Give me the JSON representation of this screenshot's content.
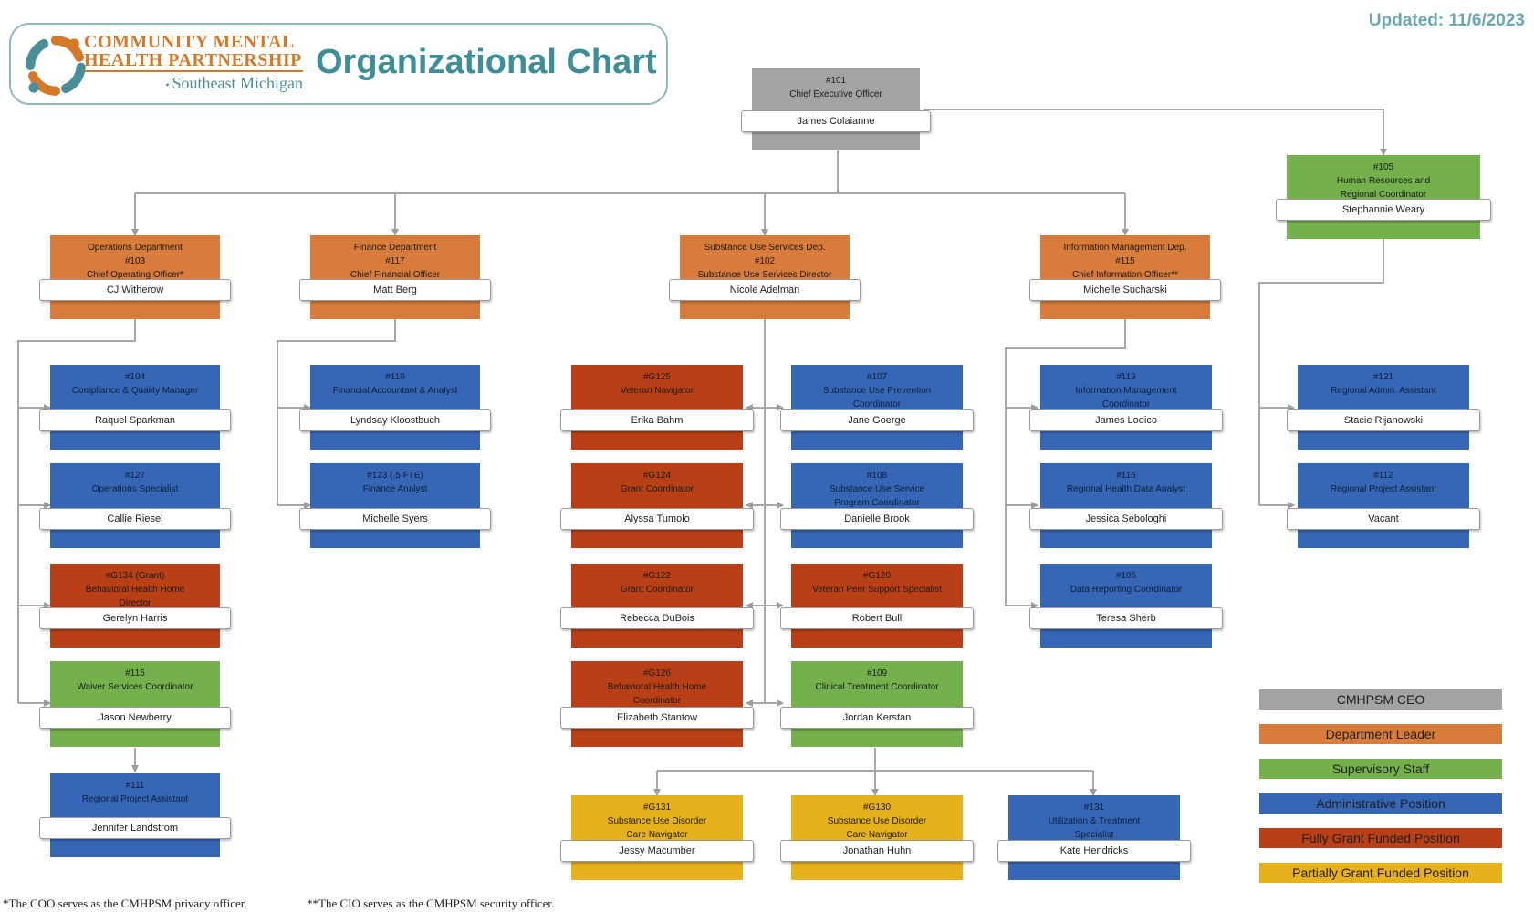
{
  "header": {
    "org_line1": "COMMUNITY MENTAL",
    "org_line2": "HEALTH PARTNERSHIP",
    "org_line3": "Southeast Michigan",
    "title": "Organizational Chart",
    "updated": "Updated: 11/6/2023"
  },
  "colors": {
    "ceo": "#a3a3a3",
    "department_leader": "#d97b3a",
    "supervisory": "#74b04b",
    "administrative": "#3567b6",
    "fully_grant_funded": "#b93f16",
    "partially_grant_funded": "#e7b11b"
  },
  "nodes": {
    "ceo": {
      "title": "#101\nChief Executive Officer",
      "name": "James Colaianne"
    },
    "hr": {
      "title": "#105\nHuman Resources and\nRegional Coordinator",
      "name": "Stephannie Weary"
    },
    "ops": {
      "title": "Operations Department\n#103\nChief Operating Officer*",
      "name": "CJ Witherow"
    },
    "finance": {
      "title": "Finance Department\n#117\nChief Financial Officer",
      "name": "Matt Berg"
    },
    "sud": {
      "title": "Substance Use Services Dep.\n#102\nSubstance Use Services Director",
      "name": "Nicole Adelman"
    },
    "info": {
      "title": "Information Management Dep.\n#115\nChief Information Officer**",
      "name": "Michelle Sucharski"
    },
    "ops_1": {
      "title": "#104\nCompliance & Quality Manager",
      "name": "Raquel Sparkman"
    },
    "ops_2": {
      "title": "#127\nOperations Specialist",
      "name": "Callie Riesel"
    },
    "ops_3": {
      "title": "#G134 (Grant)\nBehavioral Health Home\nDirector",
      "name": "Gerelyn Harris"
    },
    "ops_4": {
      "title": "#115\nWaiver Services Coordinator",
      "name": "Jason Newberry"
    },
    "ops_5": {
      "title": "#111\nRegional Project Assistant",
      "name": "Jennifer Landstrom"
    },
    "fin_1": {
      "title": "#110\nFinancial Accountant & Analyst",
      "name": "Lyndsay Kloostbuch"
    },
    "fin_2": {
      "title": "#123 (.5 FTE)\nFinance Analyst",
      "name": "Michelle Syers"
    },
    "sud_l1": {
      "title": "#G125\nVeteran Navigator",
      "name": "Erika Bahm"
    },
    "sud_l2": {
      "title": "#G124\nGrant Coordinator",
      "name": "Alyssa Tumolo"
    },
    "sud_l3": {
      "title": "#G122\nGrant Coordinator",
      "name": "Rebecca DuBois"
    },
    "sud_l4": {
      "title": "#G126\nBehavioral Health Home\nCoordinator",
      "name": "Elizabeth Stantow"
    },
    "sud_r1": {
      "title": "#107\nSubstance Use Prevention\nCoordinator",
      "name": "Jane Goerge"
    },
    "sud_r2": {
      "title": "#108\nSubstance Use Service\nProgram Coordinator",
      "name": "Danielle Brook"
    },
    "sud_r3": {
      "title": "#G120\nVeteran Peer Support Specialist",
      "name": "Robert Bull"
    },
    "sud_r4": {
      "title": "#109\nClinical Treatment Coordinator",
      "name": "Jordan Kerstan"
    },
    "sub_1": {
      "title": "#G131\nSubstance Use Disorder\nCare Navigator",
      "name": "Jessy Macumber"
    },
    "sub_2": {
      "title": "#G130\nSubstance Use Disorder\nCare Navigator",
      "name": "Jonathan Huhn"
    },
    "sub_3": {
      "title": "#131\nUtilization & Treatment\nSpecialist",
      "name": "Kate Hendricks"
    },
    "info_1": {
      "title": "#119\nInformation Management\nCoordinator",
      "name": "James Lodico"
    },
    "info_2": {
      "title": "#116\nRegional Health Data Analyst",
      "name": "Jessica Sebologhi"
    },
    "info_3": {
      "title": "#106\nData Reporting Coordinator",
      "name": "Teresa Sherb"
    },
    "hr_1": {
      "title": "#121\nRegional Admin. Assistant",
      "name": "Stacie Rijanowski"
    },
    "hr_2": {
      "title": "#112\nRegional Project Assistant",
      "name": "Vacant"
    }
  },
  "legend": [
    {
      "label": "CMHPSM CEO",
      "color": "#a3a3a3"
    },
    {
      "label": "Department Leader",
      "color": "#d97b3a"
    },
    {
      "label": "Supervisory Staff",
      "color": "#74b04b"
    },
    {
      "label": "Administrative Position",
      "color": "#3567b6"
    },
    {
      "label": "Fully Grant Funded Position",
      "color": "#b93f16"
    },
    {
      "label": "Partially Grant Funded Position",
      "color": "#e7b11b"
    }
  ],
  "footnotes": {
    "coo": "*The COO serves as the CMHPSM privacy officer.",
    "cio": "**The CIO serves as the CMHPSM security officer."
  }
}
